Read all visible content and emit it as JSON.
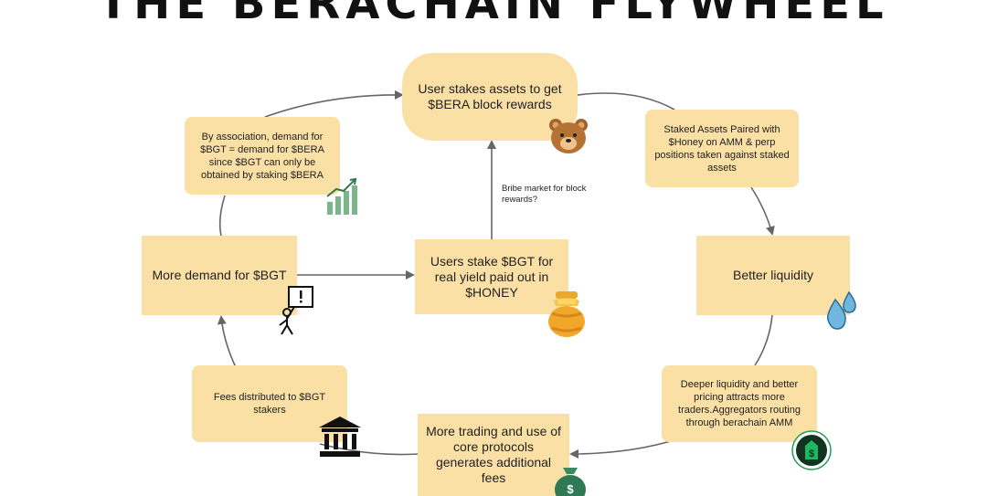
{
  "title": "THE BERACHAIN FLYWHEEL",
  "nodes": {
    "top": "User stakes assets to get $BERA block rewards",
    "staked_paired": "Staked Assets Paired with $Honey on AMM & perp positions taken against staked assets",
    "better_liquidity": "Better liquidity",
    "deeper_liquidity": "Deeper liquidity and better pricing attracts more traders.Aggregators routing through berachain AMM",
    "more_trading": "More trading and use of core protocols generates additional fees",
    "fees_distributed": "Fees distributed to $BGT stakers",
    "more_demand": "More demand for $BGT",
    "association": "By association, demand for $BGT = demand for $BERA since $BGT can only be obtained by staking $BERA",
    "center": "Users stake $BGT for real yield paid out in $HONEY"
  },
  "bribe_label": "Bribe market for block rewards?",
  "colors": {
    "box": "#fbe0a6",
    "arrow": "#666666",
    "text": "#222222"
  },
  "icons": [
    "bear-icon",
    "honey-pot-icon",
    "chart-icon",
    "droplets-icon",
    "dollar-tag-icon",
    "money-bag-icon",
    "bank-icon",
    "sign-person-icon"
  ]
}
